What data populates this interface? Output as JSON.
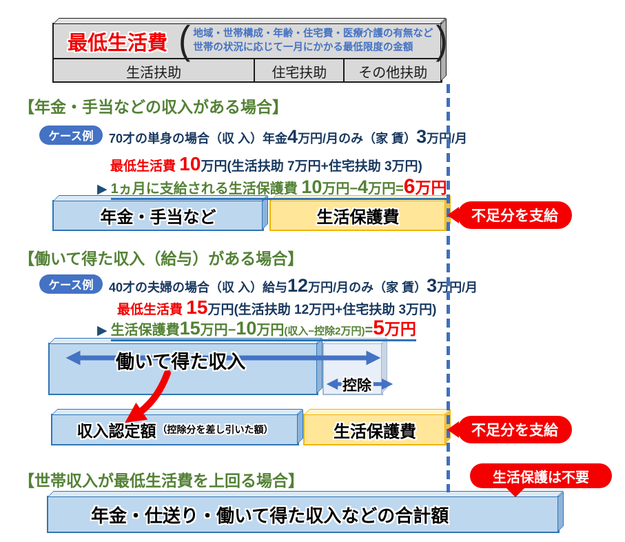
{
  "colors": {
    "accent_blue": "#4472C4",
    "bar_blue_fill": "#BDD7EE",
    "bar_blue_border": "#2E75B6",
    "bar_yellow_fill": "#FFE699",
    "bar_yellow_border": "#F1B500",
    "badge_red": "#F40000",
    "heading_green": "#538135",
    "body_navy": "#17375E",
    "box_gray": "#D9D9D9"
  },
  "top_box": {
    "title": "最低生活費",
    "open_paren": "(",
    "close_paren": ")",
    "note_line1": "地域・世帯構成・年齢・住宅費・医療介護の有無など",
    "note_line2": "世帯の状況に応じて一月にかかる最低限度の金額",
    "columns": [
      "生活扶助",
      "住宅扶助",
      "その他扶助"
    ]
  },
  "section1": {
    "heading": "【年金・手当などの収入がある場合】",
    "case_badge": "ケース例",
    "case_line": [
      "70才の単身の場合（収 入）年金",
      "4",
      "万円/月のみ（家 賃）",
      "3",
      "万円/月"
    ],
    "min_cost": [
      "最低生活費 ",
      "10",
      "万円(生活扶助 7万円+住宅扶助 3万円)"
    ],
    "formula": {
      "marker": "▶",
      "parts": [
        "1ヵ月に支給される生活保護費 ",
        "10",
        "万円−",
        "4",
        "万円="
      ],
      "result_num": "6",
      "result_unit": "万円"
    },
    "bar_income": "年金・手当など",
    "bar_welfare": "生活保護費",
    "badge": "不足分を支給"
  },
  "section2": {
    "heading": "【働いて得た収入（給与）がある場合】",
    "case_badge": "ケース例",
    "case_line": [
      "40才の夫婦の場合（収 入）給与",
      "12",
      "万円/月のみ（家 賃）",
      "3",
      "万円/月"
    ],
    "min_cost": [
      "最低生活費 ",
      "15",
      "万円(生活扶助 12万円+住宅扶助 3万円)"
    ],
    "formula": {
      "marker": "▶",
      "parts": [
        "生活保護費",
        "15",
        "万円−",
        "10",
        "万円"
      ],
      "paren_note": "(収入−控除2万円)",
      "equals": "=",
      "result_num": "5",
      "result_unit": "万円"
    },
    "bar_earned": "働いて得た収入",
    "deduction_label": "控除",
    "bar_assessed": "収入認定額",
    "bar_assessed_note": "（控除分を差し引いた額）",
    "bar_welfare": "生活保護費",
    "badge": "不足分を支給"
  },
  "section3": {
    "heading": "【世帯収入が最低生活費を上回る場合】",
    "badge": "生活保護は不要",
    "bar_total": "年金・仕送り・働いて得た収入などの合計額"
  }
}
